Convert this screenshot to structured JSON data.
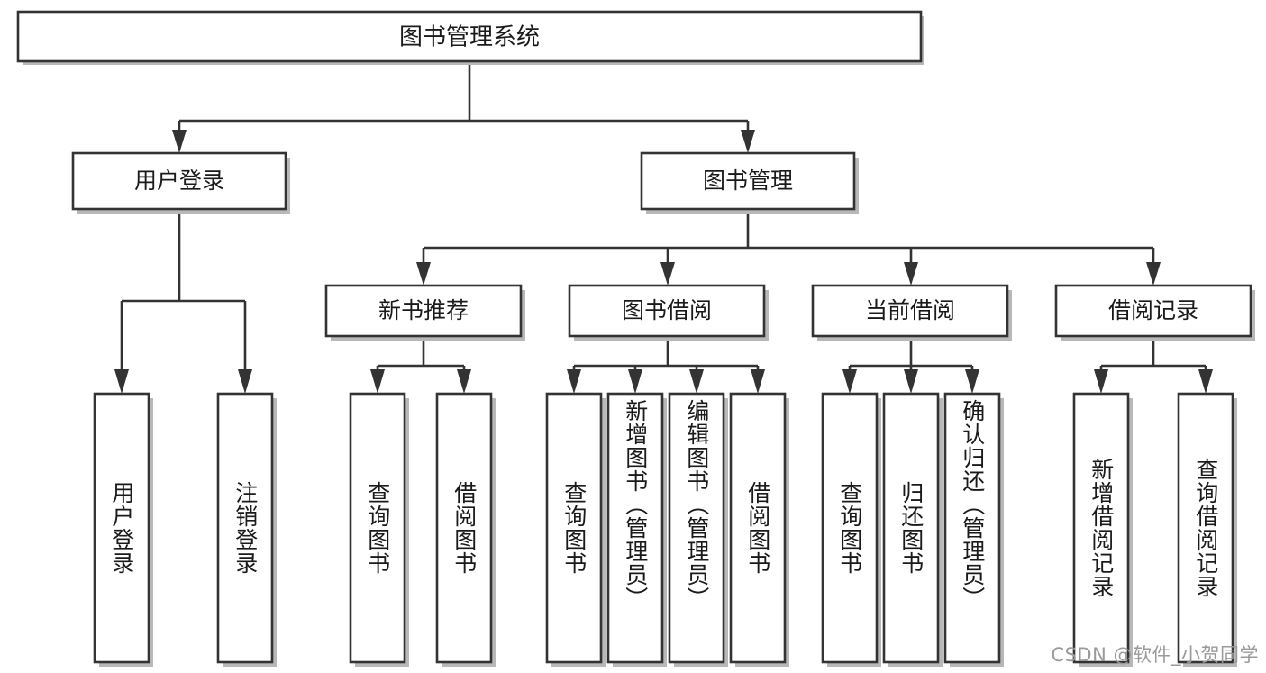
{
  "diagram": {
    "title": "图书管理系统",
    "type": "tree-hierarchy",
    "watermark": "CSDN @软件_小贺同学",
    "colors": {
      "box_border": "#333333",
      "box_fill": "#ffffff",
      "edge": "#333333",
      "text": "#1a1a1a",
      "watermark": "#9a9a9a",
      "background": "#ffffff"
    },
    "root": {
      "label": "图书管理系统"
    },
    "level2": [
      {
        "label": "用户登录"
      },
      {
        "label": "图书管理"
      }
    ],
    "level3": [
      {
        "label": "新书推荐"
      },
      {
        "label": "图书借阅"
      },
      {
        "label": "当前借阅"
      },
      {
        "label": "借阅记录"
      }
    ],
    "leaves": {
      "user_login": [
        {
          "label": "用户登录"
        },
        {
          "label": "注销登录"
        }
      ],
      "new_book_recommend": [
        {
          "label": "查询图书"
        },
        {
          "label": "借阅图书"
        }
      ],
      "book_borrow": [
        {
          "label": "查询图书"
        },
        {
          "label": "新增图书（管理员）"
        },
        {
          "label": "编辑图书（管理员）"
        },
        {
          "label": "借阅图书"
        }
      ],
      "current_borrow": [
        {
          "label": "查询图书"
        },
        {
          "label": "归还图书"
        },
        {
          "label": "确认归还（管理员）"
        }
      ],
      "borrow_record": [
        {
          "label": "新增借阅记录"
        },
        {
          "label": "查询借阅记录"
        }
      ]
    }
  }
}
